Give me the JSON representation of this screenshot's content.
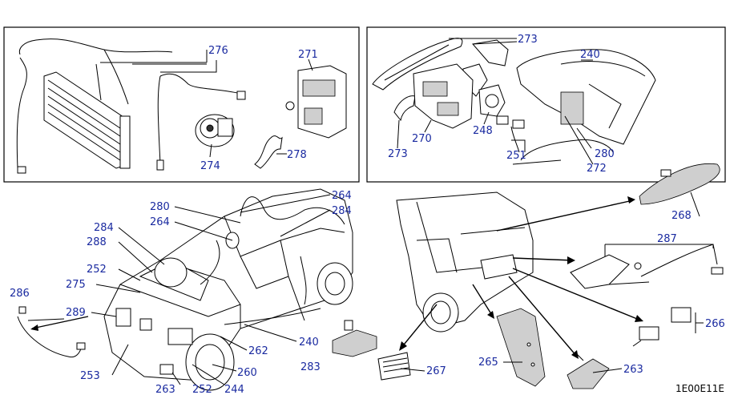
{
  "diagram_code": "1E00E11E",
  "callouts": {
    "c276": "276",
    "c271": "271",
    "c274": "274",
    "c278": "278",
    "c273a": "273",
    "c240a": "240",
    "c270": "270",
    "c248": "248",
    "c273b": "273",
    "c251": "251",
    "c280a": "280",
    "c272": "272",
    "c280b": "280",
    "c264a": "264",
    "c264b": "264",
    "c284a": "284",
    "c284b": "284",
    "c288": "288",
    "c252a": "252",
    "c275": "275",
    "c286": "286",
    "c289": "289",
    "c253": "253",
    "c263a": "263",
    "c252b": "252",
    "c244": "244",
    "c260": "260",
    "c262": "262",
    "c240b": "240",
    "c283": "283",
    "c267": "267",
    "c265": "265",
    "c263b": "263",
    "c266": "266",
    "c287": "287",
    "c268": "268"
  }
}
